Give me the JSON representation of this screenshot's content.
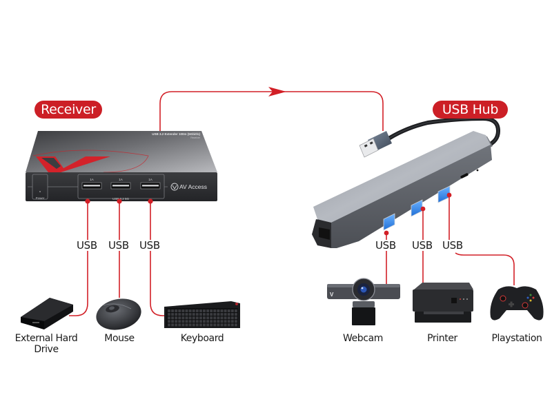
{
  "diagram": {
    "title": "USB extender connection diagram",
    "accent_color": "#d21f26",
    "receiver": {
      "badge": "Receiver",
      "top_label": "USB 3.2 Extender 100m (5Gbit/s)",
      "top_sublabel": "Receiver",
      "power_label": "Power",
      "port_current_labels": [
        "1A",
        "1A",
        "1A"
      ],
      "port_group_label": "USB 3.2 5G",
      "brand": "AV Access"
    },
    "usb_hub": {
      "badge": "USB Hub"
    },
    "connection_label": "USB",
    "left_devices": [
      {
        "name": "External Hard Drive",
        "lines": [
          "External Hard",
          "Drive"
        ],
        "icon": "external-hard-drive-icon"
      },
      {
        "name": "Mouse",
        "lines": [
          "Mouse"
        ],
        "icon": "mouse-icon"
      },
      {
        "name": "Keyboard",
        "lines": [
          "Keyboard"
        ],
        "icon": "keyboard-icon"
      }
    ],
    "right_devices": [
      {
        "name": "Webcam",
        "lines": [
          "Webcam"
        ],
        "icon": "webcam-icon"
      },
      {
        "name": "Printer",
        "lines": [
          "Printer"
        ],
        "icon": "printer-icon"
      },
      {
        "name": "Playstation",
        "lines": [
          "Playstation"
        ],
        "icon": "game-controller-icon"
      }
    ]
  }
}
